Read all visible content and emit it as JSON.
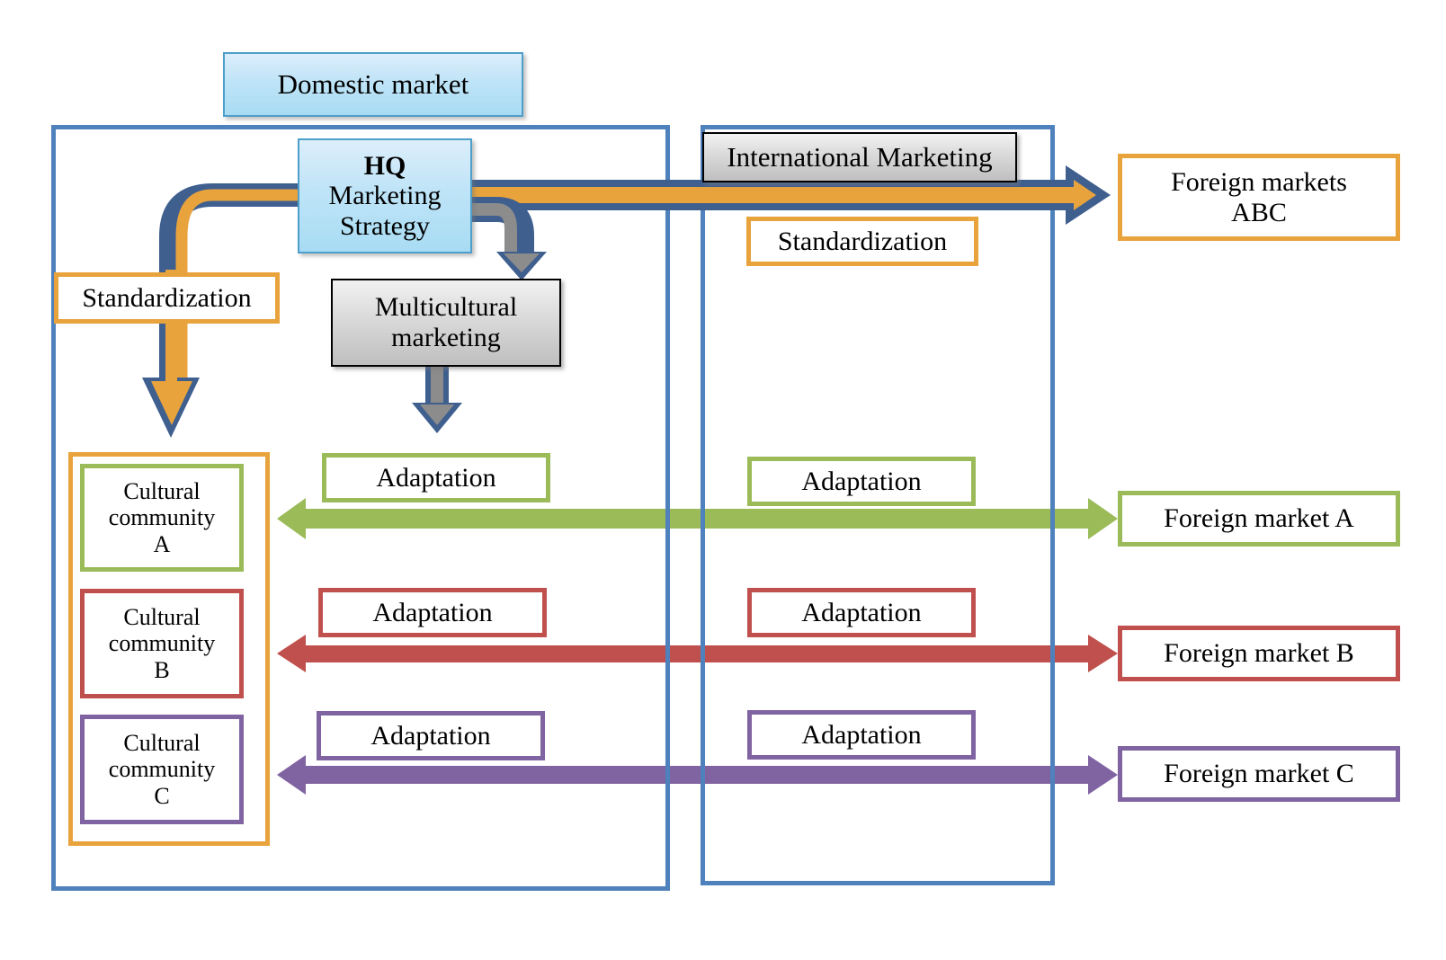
{
  "diagram": {
    "title_box": {
      "label": "Domestic market"
    },
    "hq_box": {
      "line1": "HQ",
      "line2": "Marketing",
      "line3": "Strategy"
    },
    "international_marketing_box": {
      "label": "International Marketing"
    },
    "multicultural_box": {
      "line1": "Multicultural",
      "line2": "marketing"
    },
    "domestic": {
      "standardization_label": "Standardization",
      "cultural_communities": [
        {
          "line1": "Cultural",
          "line2": "community",
          "line3": "A",
          "color": "#9BBB59"
        },
        {
          "line1": "Cultural",
          "line2": "community",
          "line3": "B",
          "color": "#C0504D"
        },
        {
          "line1": "Cultural",
          "line2": "community",
          "line3": "C",
          "color": "#8064A2"
        }
      ],
      "adaptation_labels": [
        "Adaptation",
        "Adaptation",
        "Adaptation"
      ]
    },
    "international": {
      "standardization_label": "Standardization",
      "adaptation_labels": [
        "Adaptation",
        "Adaptation",
        "Adaptation"
      ]
    },
    "foreign_markets": [
      {
        "line1": "Foreign markets",
        "line2": "ABC",
        "color": "#E8A33D"
      },
      {
        "line1": "Foreign market A",
        "line2": "",
        "color": "#9BBB59"
      },
      {
        "line1": "Foreign market B",
        "line2": "",
        "color": "#C0504D"
      },
      {
        "line1": "Foreign market C",
        "line2": "",
        "color": "#8064A2"
      }
    ],
    "colors": {
      "container_blue": "#4F81BD",
      "arrow_blue_outline": "#3F5F8F",
      "orange": "#E8A33D",
      "gray_arrow": "#8C8C8C",
      "green": "#9BBB59",
      "red": "#C0504D",
      "purple": "#8064A2",
      "light_blue_fill": "#BFE4F7"
    }
  }
}
